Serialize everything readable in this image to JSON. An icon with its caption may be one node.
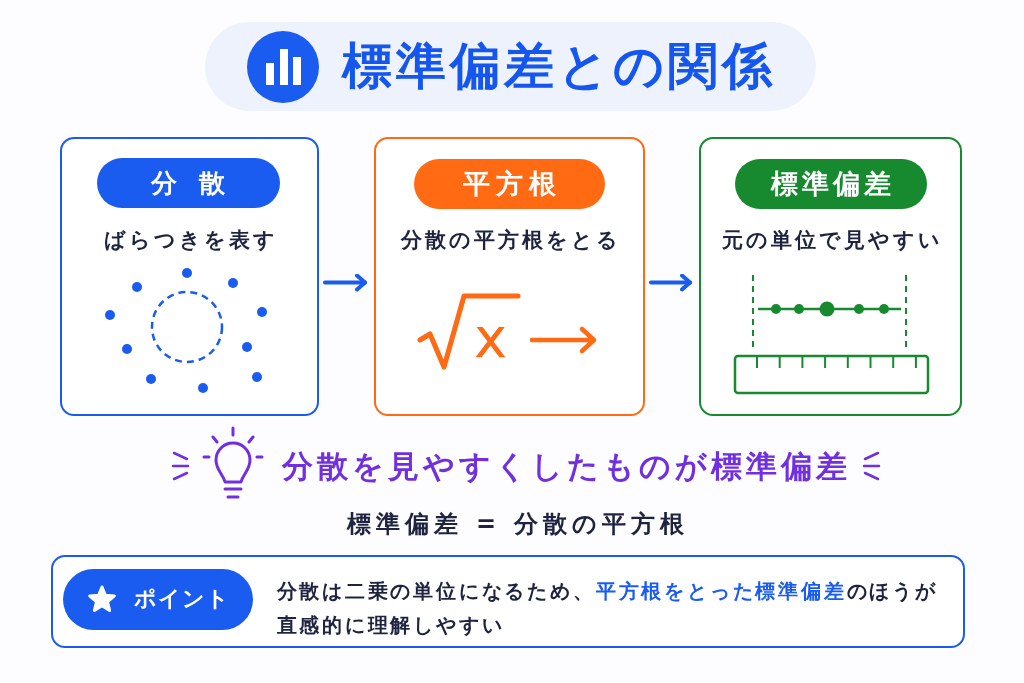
{
  "diagram": {
    "title": "標準偏差との関係",
    "nodes": [
      {
        "text": [
          "ばらつきを表す"
        ]
      },
      {
        "text": [
          "分散"
        ],
        "in": 0
      },
      {
        "text": [
          "分散の平方根をとる"
        ]
      },
      {
        "text": [
          "平方根"
        ],
        "in": 2
      },
      {
        "text": [
          "元の単位で見やすい"
        ]
      },
      {
        "text": [
          "標準偏差"
        ],
        "in": 4
      },
      {
        "text": [
          "分散は二乗の単位になるため、**平方根をとった標準偏差**のほうが直感的に理解しやすい"
        ]
      },
      {
        "text": [
          "ポイント"
        ],
        "in": 6
      }
    ],
    "edges": [
      {
        "from": 0,
        "to": 2,
        "arrow": "to"
      },
      {
        "from": 2,
        "to": 4,
        "arrow": "to"
      }
    ],
    "labels": [
      "x",
      "分散を見やすくしたものが標準偏差",
      "標準偏差 = 分散の平方根"
    ]
  }
}
